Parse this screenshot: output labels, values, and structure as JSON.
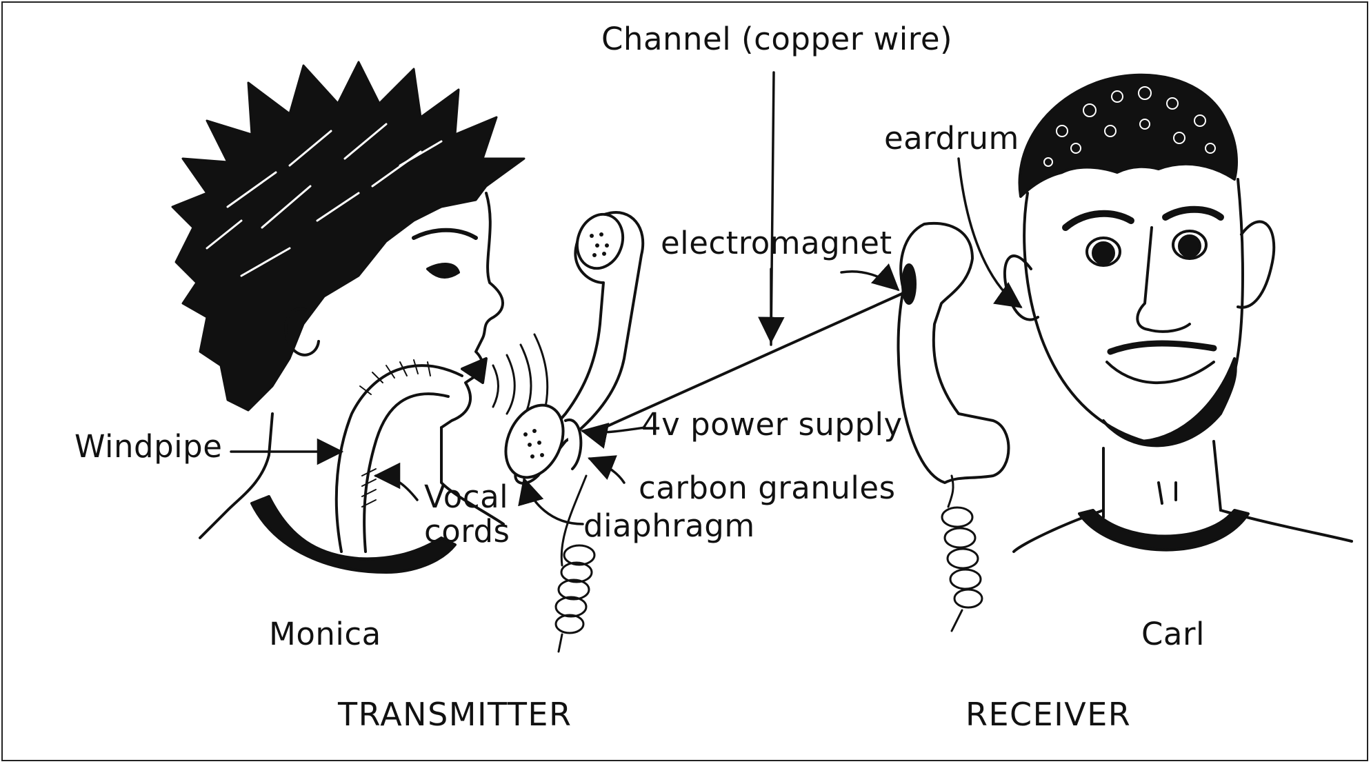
{
  "labels": {
    "channel": "Channel (copper wire)",
    "eardrum": "eardrum",
    "electromagnet": "electromagnet",
    "power_supply": "4v power supply",
    "carbon_granules": "carbon granules",
    "diaphragm": "diaphragm",
    "windpipe": "Windpipe",
    "vocal_cords_line1": "Vocal",
    "vocal_cords_line2": "cords",
    "monica": "Monica",
    "carl": "Carl",
    "transmitter": "TRANSMITTER",
    "receiver": "RECEIVER"
  },
  "colors": {
    "ink": "#111111",
    "background": "#ffffff"
  }
}
